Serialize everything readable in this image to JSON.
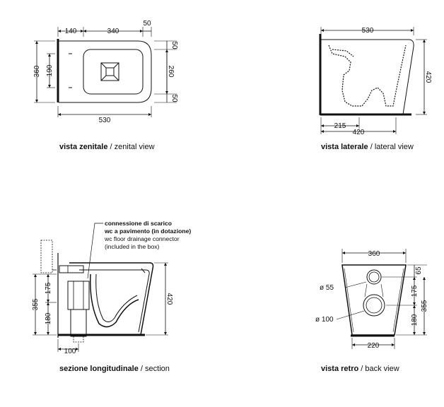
{
  "zenithal": {
    "dims_top": [
      "140",
      "340",
      "50"
    ],
    "dim_bottom": "530",
    "dims_left": [
      "360",
      "190"
    ],
    "dims_right": [
      "50",
      "260",
      "50"
    ],
    "caption_it": "vista zenitale",
    "caption_en": "/ zenital view"
  },
  "lateral": {
    "dim_top": "530",
    "dim_right": "420",
    "dims_bottom": [
      "215",
      "420"
    ],
    "caption_it": "vista laterale",
    "caption_en": "/ lateral view"
  },
  "section": {
    "note_it_1": "connessione di scarico",
    "note_it_2": "wc a pavimento (in dotazione)",
    "note_en_1": "wc floor drainage connector",
    "note_en_2": "(included in the box)",
    "dims_left": [
      "355",
      "175",
      "180"
    ],
    "dim_right": "420",
    "dim_bottom": "100",
    "caption_it": "sezione longitudinale",
    "caption_en": "/ section"
  },
  "back": {
    "dim_top": "360",
    "dims_right": [
      "65",
      "175",
      "355",
      "180"
    ],
    "dim_bottom": "220",
    "label_hole_small": "ø 55",
    "label_hole_large": "ø 100",
    "caption_it": "vista retro",
    "caption_en": "/ back view"
  }
}
